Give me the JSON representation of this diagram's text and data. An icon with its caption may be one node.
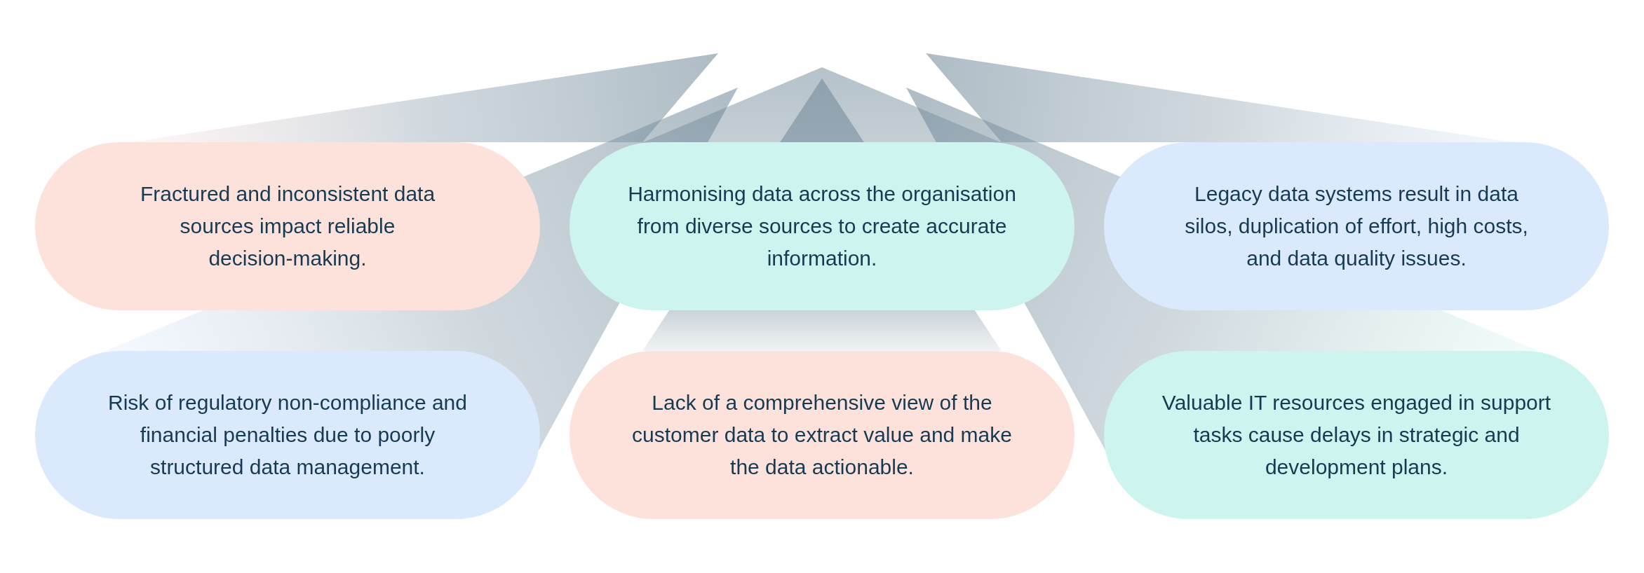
{
  "diagram": {
    "nodes": [
      {
        "text": [
          "Fractured and inconsistent data sources impact reliable decision-making."
        ]
      },
      {
        "text": [
          "Harmonising data across the organisation from diverse sources to create accurate information."
        ]
      },
      {
        "text": [
          "Legacy data systems result in data silos, duplication of effort, high costs, and data quality issues."
        ]
      },
      {
        "text": [
          "Risk of regulatory non-compliance and financial penalties due to poorly structured data management."
        ]
      },
      {
        "text": [
          "Lack of a comprehensive view of the customer data to extract value and make the data actionable."
        ]
      },
      {
        "text": [
          "Valuable IT resources engaged in support tasks cause delays in strategic and development plans."
        ]
      },
      {
        "text": [],
        "shape": "beam"
      },
      {
        "text": [],
        "shape": "beam"
      },
      {
        "text": [],
        "shape": "beam"
      },
      {
        "text": [],
        "shape": "beam"
      },
      {
        "text": [],
        "shape": "beam"
      },
      {
        "text": [],
        "shape": "beam"
      }
    ]
  }
}
